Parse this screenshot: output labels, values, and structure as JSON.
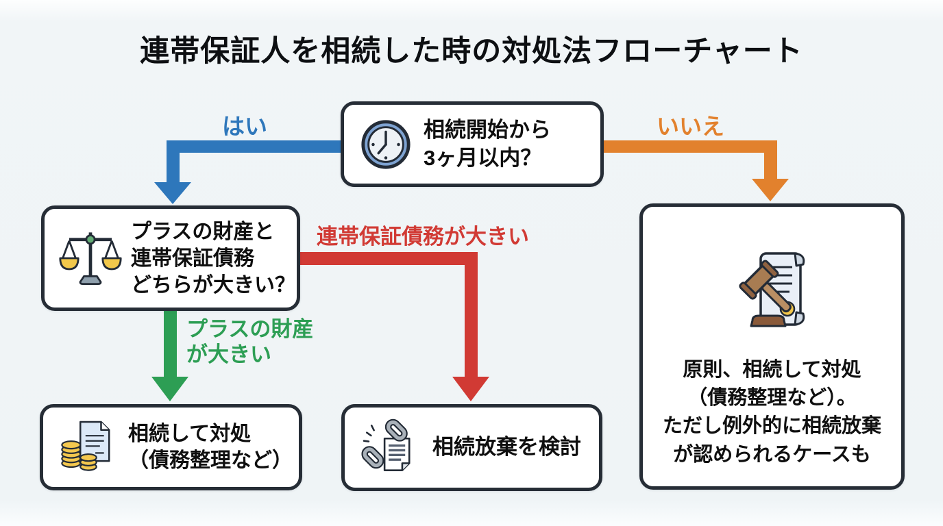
{
  "title": "連帯保証人を相続した時の対処法フローチャート",
  "colors": {
    "yes_blue": "#2e77bb",
    "no_orange": "#e2812d",
    "debt_red": "#d13a34",
    "asset_green": "#2d9e54",
    "box_border": "#262d36",
    "background": "#f1f5f7",
    "coin_gold": "#f4c84f",
    "clock_ring_blue": "#7ea3d2"
  },
  "nodes": {
    "start": {
      "icon": "clock-icon",
      "lines": [
        "相続開始から",
        "3ヶ月以内？"
      ]
    },
    "compare": {
      "icon": "scales-icon",
      "lines": [
        "プラスの財産と",
        "連帯保証債務",
        "どちらが大きい？"
      ]
    },
    "inherit": {
      "icon": "coins-document-icon",
      "lines": [
        "相続して対処",
        "（債務整理など）"
      ]
    },
    "renounce": {
      "icon": "broken-chain-icon",
      "lines": [
        "相続放棄を検討"
      ]
    },
    "principle": {
      "icon": "gavel-scroll-icon",
      "lines": [
        "原則、相続して対処",
        "（債務整理など）。",
        "ただし例外的に相続放棄",
        "が認められるケースも"
      ]
    }
  },
  "edges": {
    "yes": {
      "label": "はい",
      "color": "#2e77bb"
    },
    "no": {
      "label": "いいえ",
      "color": "#e2812d"
    },
    "debt_larger": {
      "label": "連帯保証債務が大きい",
      "color": "#d13a34"
    },
    "asset_larger": {
      "lines": [
        "プラスの財産",
        "が大きい"
      ],
      "color": "#2d9e54"
    }
  }
}
